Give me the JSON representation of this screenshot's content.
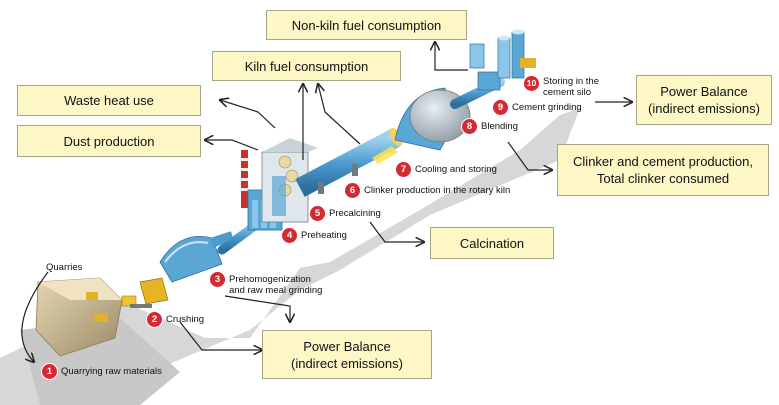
{
  "boxes": {
    "non_kiln_fuel": "Non-kiln fuel consumption",
    "kiln_fuel": "Kiln fuel consumption",
    "waste_heat": "Waste heat use",
    "dust": "Dust production",
    "power_balance_top_line1": "Power Balance",
    "power_balance_top_line2": "(indirect emissions)",
    "clinker_cement_line1": "Clinker and cement production,",
    "clinker_cement_line2": "Total clinker consumed",
    "calcination": "Calcination",
    "power_balance_bottom_line1": "Power Balance",
    "power_balance_bottom_line2": "(indirect emissions)"
  },
  "quarries_label": "Quarries",
  "steps": [
    {
      "num": "1",
      "line1": "Quarrying raw materials",
      "line2": ""
    },
    {
      "num": "2",
      "line1": "Crushing",
      "line2": ""
    },
    {
      "num": "3",
      "line1": "Prehomogenization",
      "line2": "and raw meal grinding"
    },
    {
      "num": "4",
      "line1": "Preheating",
      "line2": ""
    },
    {
      "num": "5",
      "line1": "Precalcining",
      "line2": ""
    },
    {
      "num": "6",
      "line1": "Clinker production in the rotary kiln",
      "line2": ""
    },
    {
      "num": "7",
      "line1": "Cooling and storing",
      "line2": ""
    },
    {
      "num": "8",
      "line1": "Blending",
      "line2": ""
    },
    {
      "num": "9",
      "line1": "Cement grinding",
      "line2": ""
    },
    {
      "num": "10",
      "line1": "Storing in the",
      "line2": "cement silo"
    }
  ],
  "colors": {
    "box_fill": "#fdf7c6",
    "badge": "#d42a33",
    "equipment": "#5aa7d6",
    "ground": "#cfcfcf"
  }
}
